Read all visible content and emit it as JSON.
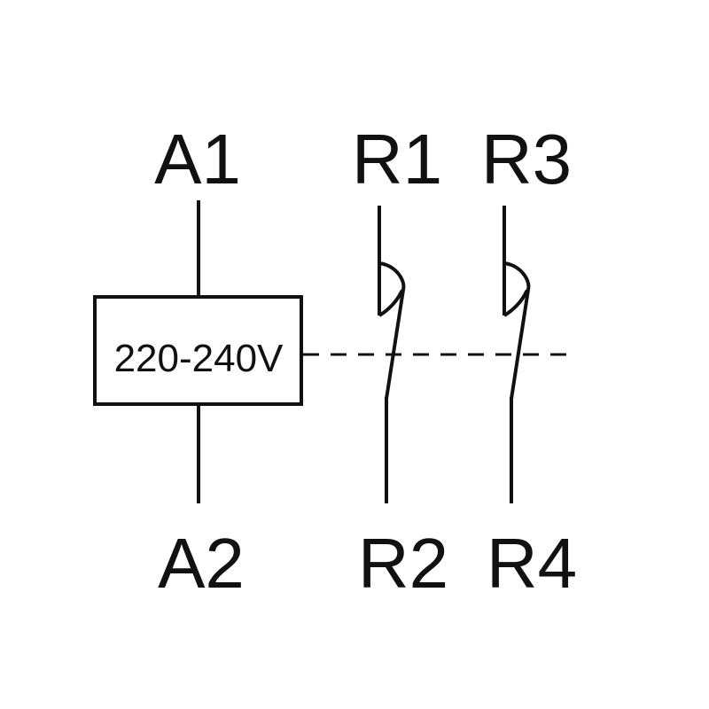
{
  "terminals": {
    "a1": "A1",
    "a2": "A2",
    "r1": "R1",
    "r2": "R2",
    "r3": "R3",
    "r4": "R4"
  },
  "coil": {
    "voltage_label": "220-240V"
  },
  "colors": {
    "ink": "#111111",
    "background": "#ffffff"
  }
}
